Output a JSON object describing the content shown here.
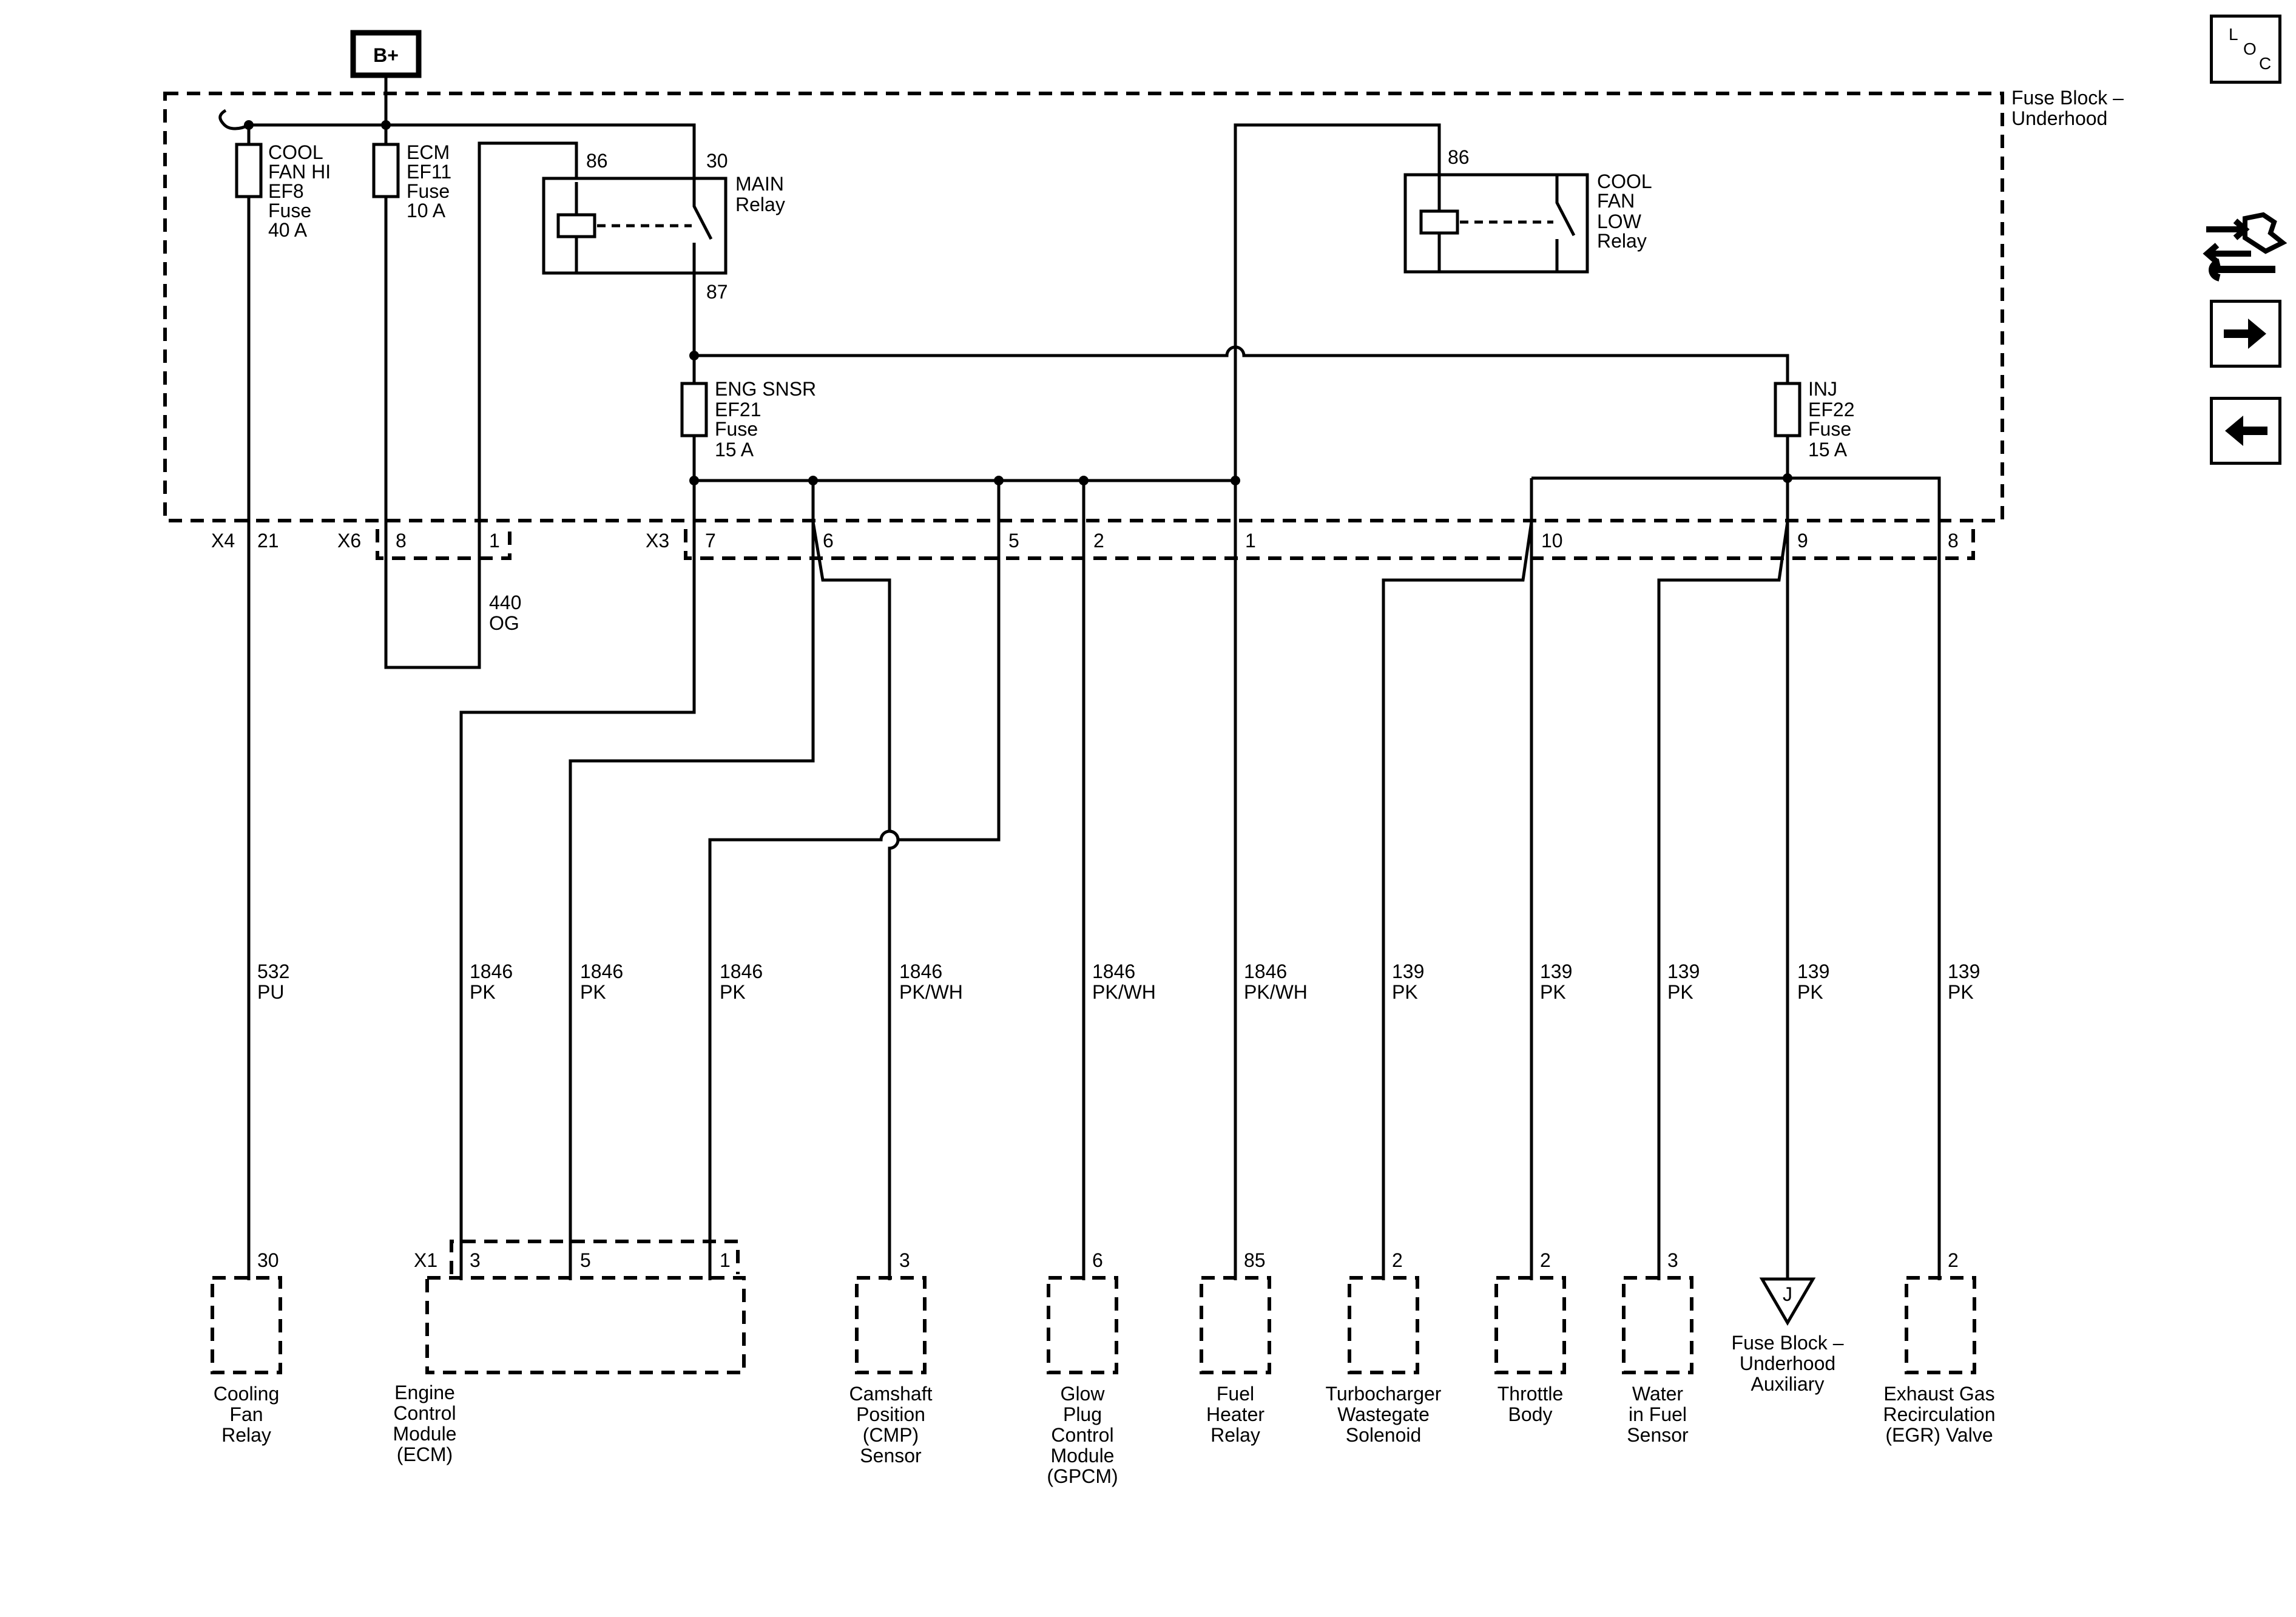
{
  "supply": {
    "label": "B+"
  },
  "fuse_block": {
    "name_line1": "Fuse Block –",
    "name_line2": "Underhood"
  },
  "fuses": {
    "cool_fan_hi": [
      "COOL",
      "FAN HI",
      "EF8",
      "Fuse",
      "40 A"
    ],
    "ecm": [
      "ECM",
      "EF11",
      "Fuse",
      "10 A"
    ],
    "eng_snsr": [
      "ENG SNSR",
      "EF21",
      "Fuse",
      "15 A"
    ],
    "inj": [
      "INJ",
      "EF22",
      "Fuse",
      "15 A"
    ]
  },
  "relays": {
    "main": {
      "lines": [
        "MAIN",
        "Relay"
      ],
      "pin_coil": "86",
      "pin_com": "30",
      "pin_out": "87"
    },
    "cool_fan_low": {
      "lines": [
        "COOL",
        "FAN",
        "LOW",
        "Relay"
      ],
      "pin_coil": "86"
    }
  },
  "connectors": {
    "x4": {
      "name": "X4",
      "pin": "21"
    },
    "x6": {
      "name": "X6",
      "pins": [
        "8",
        "1"
      ]
    },
    "x3": {
      "name": "X3",
      "pins": [
        "7",
        "6",
        "5",
        "2",
        "1",
        "10",
        "9",
        "8"
      ]
    },
    "x1": {
      "name": "X1"
    }
  },
  "wire_440": [
    "440",
    "OG"
  ],
  "circuits": [
    [
      "532",
      "PU"
    ],
    [
      "1846",
      "PK"
    ],
    [
      "1846",
      "PK"
    ],
    [
      "1846",
      "PK"
    ],
    [
      "1846",
      "PK/WH"
    ],
    [
      "1846",
      "PK/WH"
    ],
    [
      "1846",
      "PK/WH"
    ],
    [
      "139",
      "PK"
    ],
    [
      "139",
      "PK"
    ],
    [
      "139",
      "PK"
    ],
    [
      "139",
      "PK"
    ],
    [
      "139",
      "PK"
    ]
  ],
  "terminals": [
    "30",
    "3",
    "5",
    "1",
    "3",
    "6",
    "85",
    "2",
    "2",
    "3",
    "2"
  ],
  "components": {
    "cooling_fan_relay": [
      "Cooling",
      "Fan",
      "Relay"
    ],
    "ecm": [
      "Engine",
      "Control",
      "Module",
      "(ECM)"
    ],
    "cmp_sensor": [
      "Camshaft",
      "Position",
      "(CMP)",
      "Sensor"
    ],
    "gpcm": [
      "Glow",
      "Plug",
      "Control",
      "Module",
      "(GPCM)"
    ],
    "fuel_heater_relay": [
      "Fuel",
      "Heater",
      "Relay"
    ],
    "turbo_solenoid": [
      "Turbocharger",
      "Wastegate",
      "Solenoid"
    ],
    "throttle_body": [
      "Throttle",
      "Body"
    ],
    "water_fuel_sensor": [
      "Water",
      "in Fuel",
      "Sensor"
    ],
    "fuse_block_aux": [
      "Fuse Block –",
      "Underhood",
      "Auxiliary"
    ],
    "egr_valve": [
      "Exhaust Gas",
      "Recirculation",
      "(EGR) Valve"
    ]
  },
  "ref_symbol": "J",
  "nav": {
    "loc": [
      "L",
      "O",
      "C"
    ],
    "tool_icon": "connector-wrench-icon",
    "next_icon": "arrow-right-icon",
    "prev_icon": "arrow-left-icon"
  }
}
